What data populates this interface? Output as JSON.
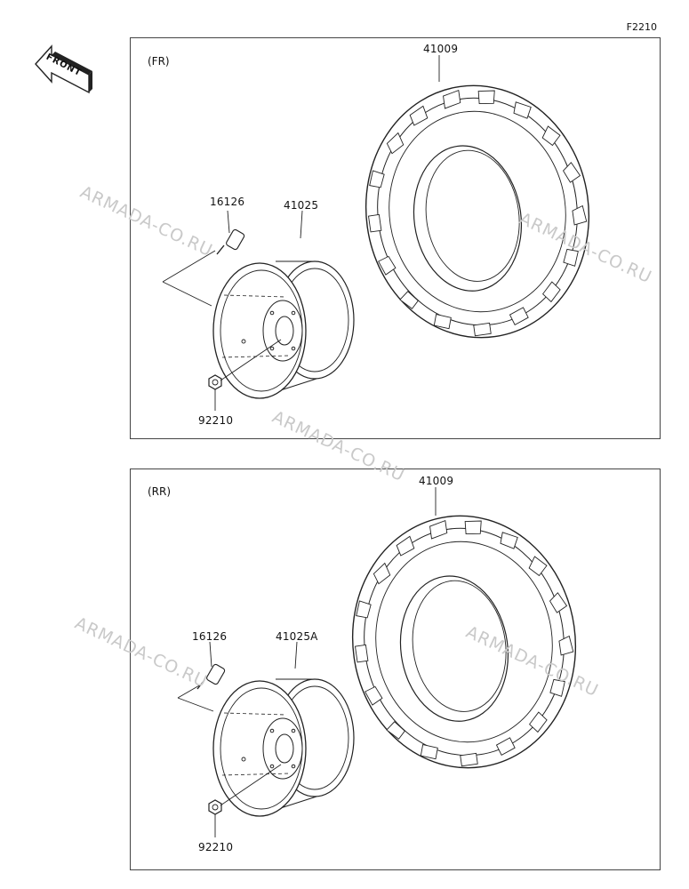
{
  "figure_code": "F2210",
  "front_marker": "FRONT",
  "watermark": "ARMADA-CO.RU",
  "panels": [
    {
      "tag": "(FR)",
      "parts": {
        "tire": "41009",
        "wheel": "41025",
        "valve": "16126",
        "nut": "92210"
      }
    },
    {
      "tag": "(RR)",
      "parts": {
        "tire": "41009",
        "wheel": "41025A",
        "valve": "16126",
        "nut": "92210"
      }
    }
  ]
}
